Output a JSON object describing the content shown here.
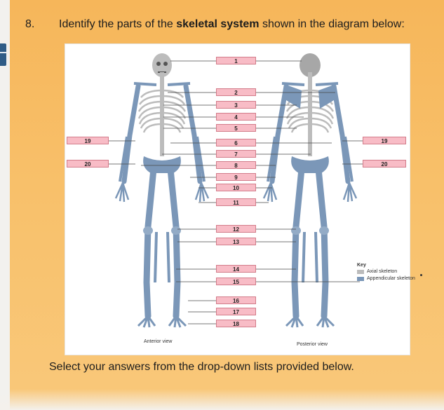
{
  "question": {
    "number": "8.",
    "text_before": "Identify the parts of the ",
    "text_bold": "skeletal system",
    "text_after": " shown in the diagram below:"
  },
  "instruction": "Select your answers from the drop-down lists provided below.",
  "diagram": {
    "labels": [
      "1",
      "2",
      "3",
      "4",
      "5",
      "6",
      "7",
      "8",
      "9",
      "10",
      "11",
      "12",
      "13",
      "14",
      "15",
      "16",
      "17",
      "18",
      "19",
      "20"
    ],
    "anterior_view": "Anterior view",
    "posterior_view": "Posterior view",
    "key": {
      "title": "Key",
      "axial": "Axial skeleton",
      "appendicular": "Appendicular skeleton"
    }
  },
  "colors": {
    "background": "#f8c06a",
    "label_fill": "#f8bcc6",
    "label_border": "#d27c8a",
    "axial": "#bcbcbc",
    "appendicular": "#7b97b8"
  },
  "icons": [
    "anterior-skeleton-icon",
    "posterior-skeleton-icon"
  ]
}
